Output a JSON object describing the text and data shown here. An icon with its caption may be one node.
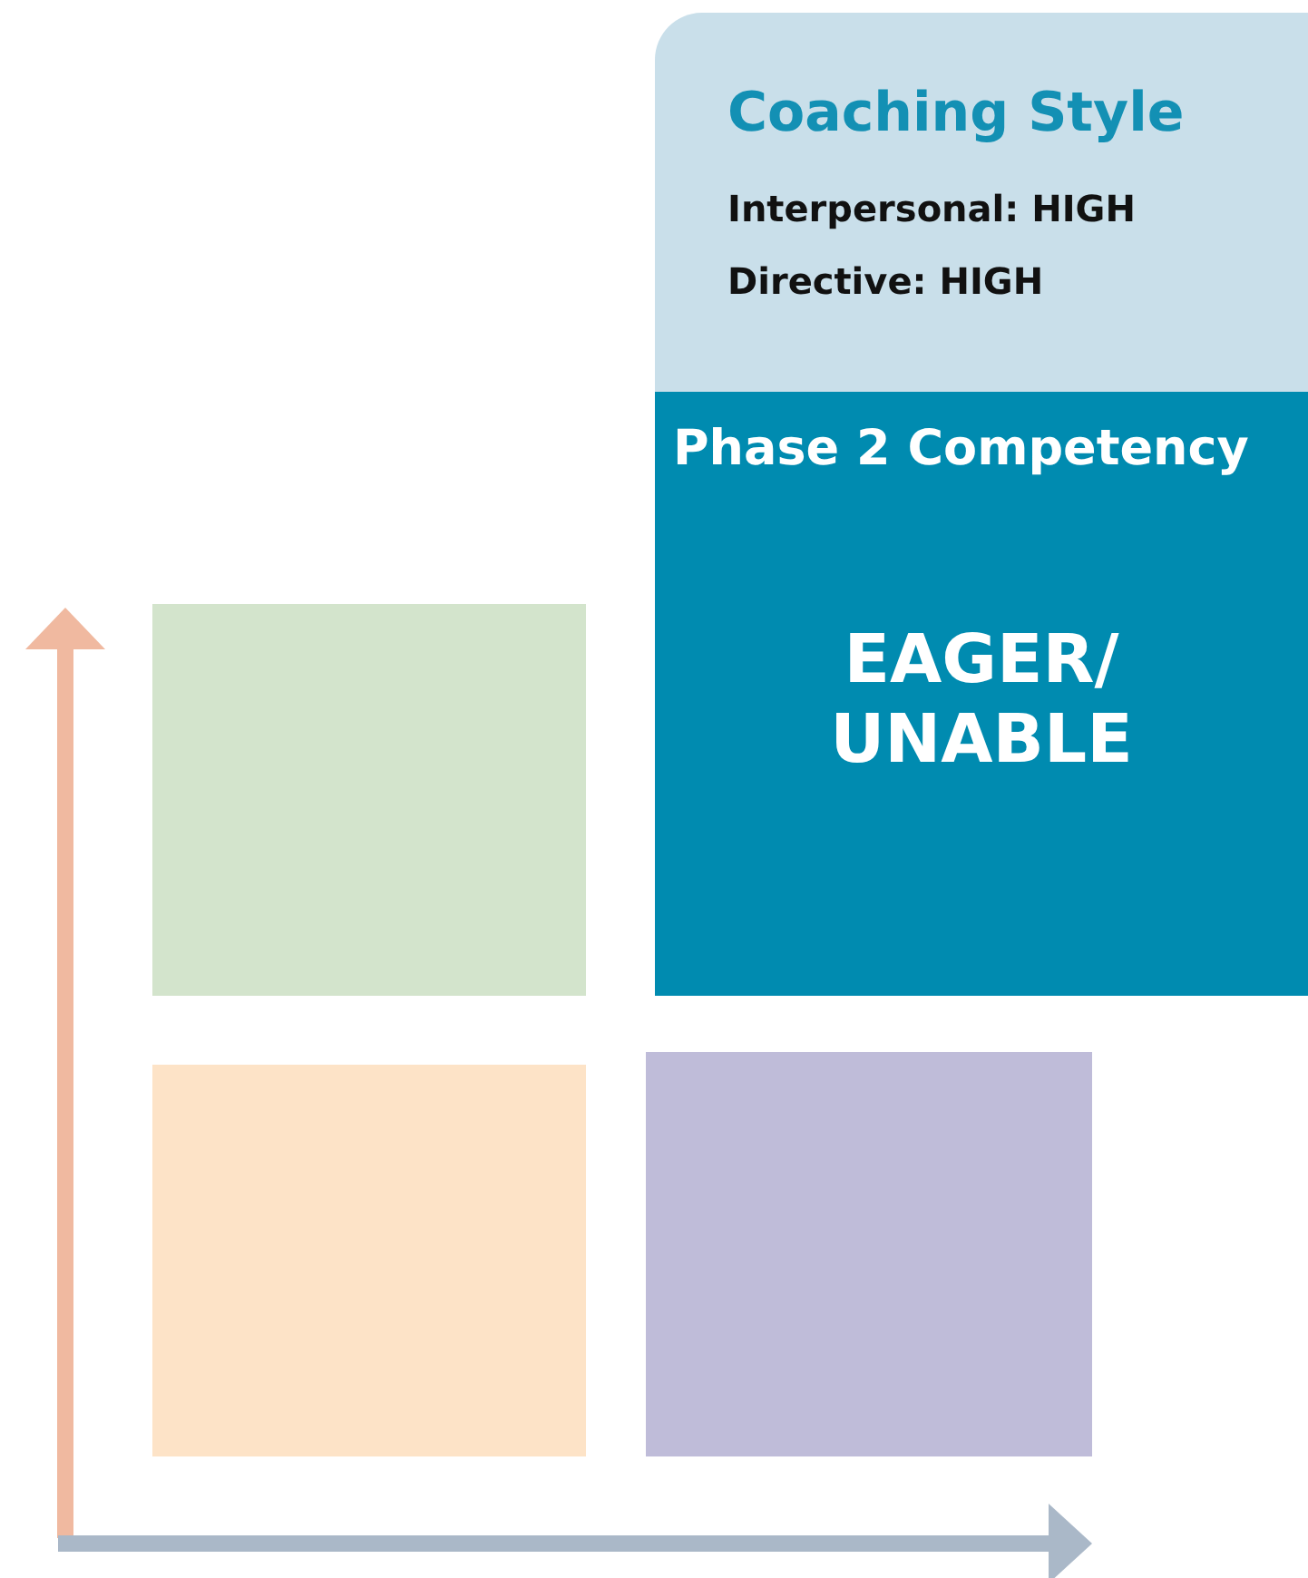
{
  "diagram": {
    "nodes": [
      {
        "text": [
          "Coaching Style",
          "Interpersonal: HIGH",
          "Directive: HIGH"
        ]
      },
      {
        "text": [
          "Phase 2 Competency",
          "EAGER/ UNABLE"
        ]
      },
      {
        "text": [],
        "shape": "box"
      },
      {
        "text": [],
        "shape": "box"
      },
      {
        "text": [],
        "shape": "box"
      }
    ]
  }
}
